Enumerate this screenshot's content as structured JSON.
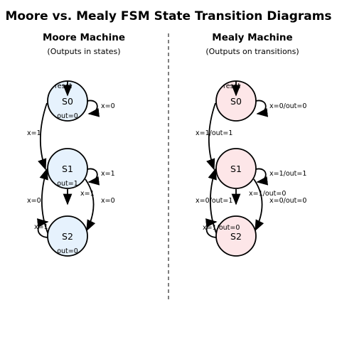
{
  "title": "Moore vs. Mealy FSM State Transition Diagrams",
  "moore": {
    "heading": "Moore Machine",
    "subheading": "(Outputs in states)",
    "fill": "#e6f2fd",
    "reset_label": "reset",
    "states": [
      {
        "name": "S0",
        "output": "out=0"
      },
      {
        "name": "S1",
        "output": "out=1"
      },
      {
        "name": "S2",
        "output": "out=0"
      }
    ],
    "transitions": {
      "s0_self": "x=0",
      "s0_s1": "x=1",
      "s1_self": "x=1",
      "s1_s2_down": "x=1",
      "s1_s2_right": "x=0",
      "s2_s1": "x=0",
      "s2_self": "x=1"
    }
  },
  "mealy": {
    "heading": "Mealy Machine",
    "subheading": "(Outputs on transitions)",
    "fill": "#fde6e8",
    "reset_label": "reset",
    "states": [
      {
        "name": "S0"
      },
      {
        "name": "S1"
      },
      {
        "name": "S2"
      }
    ],
    "transitions": {
      "s0_self": "x=0/out=0",
      "s0_s1": "x=1/out=1",
      "s1_self": "x=1/out=1",
      "s1_s2_down": "x=1/out=0",
      "s1_s2_right": "x=0/out=0",
      "s2_s1": "x=0/out=1",
      "s2_self": "x=1/out=0"
    }
  },
  "colors": {
    "edge": "#000000",
    "divider": "#555555"
  }
}
